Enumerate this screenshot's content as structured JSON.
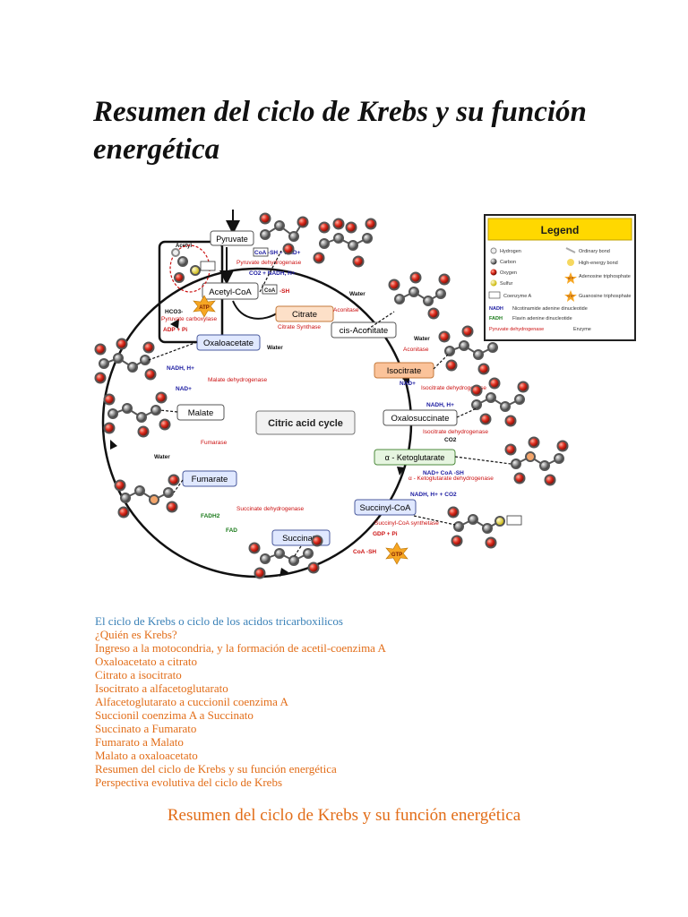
{
  "page": {
    "title": "Resumen del ciclo de Krebs y su función energética",
    "section_title": "Resumen del ciclo de Krebs y su función energética"
  },
  "toc": [
    "El ciclo de Krebs o ciclo de los acidos tricarboxilicos",
    "¿Quién es Krebs?",
    "Ingreso a la motocondria, y la formación de acetil-coenzima A",
    "Oxaloacetato a citrato",
    "Citrato a isocitrato",
    "Isocitrato a alfacetoglutarato",
    "Alfacetoglutarato a cuccionil coenzima A",
    "Succionil coenzima A a Succinato",
    "Succinato a Fumarato",
    "Fumarato a Malato",
    "Malato a oxaloacetato",
    "Resumen del ciclo de Krebs y su función energética",
    "Perspectiva evolutiva del ciclo de Krebs"
  ],
  "diagram": {
    "center_label": "Citric acid cycle",
    "metabolites": {
      "pyruvate": "Pyruvate",
      "acetyl_coa": "Acetyl-CoA",
      "citrate": "Citrate",
      "cis_aconitate": "cis-Aconitate",
      "isocitrate": "Isocitrate",
      "oxalosuccinate": "Oxalosuccinate",
      "ketoglutarate": "α - Ketoglutarate",
      "succinyl_coa": "Succinyl-CoA",
      "succinate": "Succinate",
      "fumarate": "Fumarate",
      "malate": "Malate",
      "oxaloacetate": "Oxaloacetate"
    },
    "enzymes": {
      "pyruvate_dh": "Pyruvate dehydrogenase",
      "pyruvate_carboxylase": "Pyruvate carboxylase",
      "citrate_synthase": "Citrate Synthase",
      "aconitase1": "Aconitase",
      "aconitase2": "Aconitase",
      "isocitrate_dh1": "Isocitrate dehydrogenase",
      "isocitrate_dh2": "Isocitrate dehydrogenase",
      "akg_dh": "α - Ketoglutarate dehydrogenase",
      "succinyl_synthetase": "Succinyl-CoA synthetase",
      "succinate_dh": "Succinate dehydrogenase",
      "fumarase": "Fumarase",
      "malate_dh": "Malate dehydrogenase"
    },
    "cofactors": {
      "coa_sh_nad": "CoA -SH + NAD+",
      "co2_nadh": "CO2 + NADH, H+",
      "coa": "CoA",
      "sh": "-SH",
      "acetyl": "Acetyl",
      "hco3": "HCO3-",
      "atp": "ATP",
      "adp_pi": "ADP + Pi",
      "water1": "Water",
      "water2": "Water",
      "water3": "Water",
      "water4": "Water",
      "nad1": "NAD+",
      "nadh1": "NADH, H+",
      "co2_1": "CO2",
      "nad_coa_sh": "NAD+  CoA -SH",
      "nadh_co2": "NADH, H+ + CO2",
      "gdp_pi": "GDP + Pi",
      "gtp": "GTP",
      "coa_sh2": "CoA -SH",
      "fadh2": "FADH2",
      "fad": "FAD",
      "nadh2": "NADH, H+",
      "nad2": "NAD+"
    },
    "legend": {
      "title": "Legend",
      "hydrogen": "Hydrogen",
      "carbon": "Carbon",
      "oxygen": "Oxygen",
      "sulfur": "Sulfur",
      "coenzyme": "Coenzyme A",
      "ordinary_bond": "Ordinary bond",
      "high_energy_bond": "High-energy bond",
      "atp_label": "ATP",
      "atp_desc": "Adenosine triphosphate",
      "gtp_label": "GTP",
      "gtp_desc": "Guanosine triphosphate",
      "nadh_label": "NADH",
      "nadh_desc": "Nicotinamide adenine dinucleotide",
      "fadh_label": "FADH",
      "fadh_desc": "Flavin adenine dinucleotide",
      "enzyme_example": "Pyruvate dehydrogenase",
      "enzyme_label": "Enzyme"
    },
    "colors": {
      "enzyme": "#cc1111",
      "nadh": "#1a1aa0",
      "fadh": "#1a7a1a",
      "oxygen": "#cc2222",
      "carbon": "#777777",
      "legend_header": "#ffd800"
    }
  }
}
